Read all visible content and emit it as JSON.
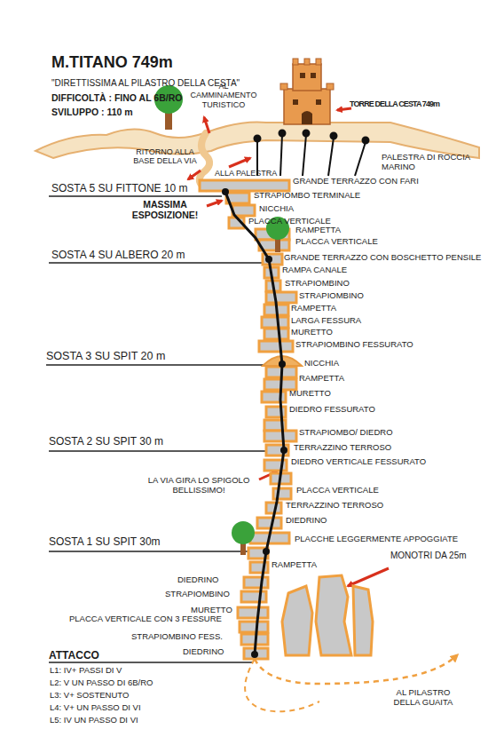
{
  "diagram": {
    "title": "M.TITANO 749m",
    "labels": [
      "\"DIRETTISSIMA AL PILASTRO DELLA CESTA\"",
      "DIFFICOLTÀ : FINO AL 6B/RO",
      "SVILUPPO : 110 m",
      "AL CAMMINAMENTO TURISTICO",
      "TORRE DELLA CESTA 749m",
      "RITORNO ALLA BASE DELLA VIA",
      "ALLA PALESTRA",
      "PALESTRA DI ROCCIA MARINO",
      "GRANDE TERRAZZO CON FARI",
      "SOSTA 5 SU FITTONE 10 m",
      "STRAPIOMBO TERMINALE",
      "MASSIMA ESPOSIZIONE!",
      "NICCHIA",
      "PLACCA VERTICALE",
      "RAMPETTA",
      "PLACCA VERTICALE",
      "SOSTA 4 SU ALBERO 20 m",
      "GRANDE TERRAZZO CON BOSCHETTO PENSILE",
      "RAMPA CANALE",
      "STRAPIOMBINO",
      "STRAPIOMBINO",
      "RAMPETTA",
      "LARGA FESSURA",
      "MURETTO",
      "STRAPIOMBINO FESSURATO",
      "SOSTA 3 SU SPIT 20 m",
      "NICCHIA",
      "RAMPETTA",
      "MURETTO",
      "DIEDRO FESSURATO",
      "SOSTA 2 SU SPIT 30 m",
      "STRAPIOMBO/ DIEDRO",
      "TERRAZZINO TERROSO",
      "DIEDRO VERTICALE FESSURATO",
      "LA VIA GIRA LO SPIGOLO BELLISSIMO!",
      "PLACCA VERTICALE",
      "TERRAZZINO TERROSO",
      "DIEDRINO",
      "PLACCHE LEGGERMENTE APPOGGIATE",
      "SOSTA 1 SU SPIT 30m",
      "RAMPETTA",
      "MONOTRI DA 25m",
      "DIEDRINO",
      "STRAPIOMBINO",
      "MURETTO",
      "PLACCA VERTICALE CON 3 FESSURE",
      "STRAPIOMBINO FESS.",
      "DIEDRINO",
      "ATTACCO",
      "L1: IV+ PASSI DI V",
      "L2: V UN PASSO DI 6B/RO",
      "L3: V+ SOSTENUTO",
      "L4: V+ UN PASSO DI VI",
      "L5: IV UN PASSO DI VI",
      "AL PILASTRO DELLA GUAITA"
    ]
  }
}
